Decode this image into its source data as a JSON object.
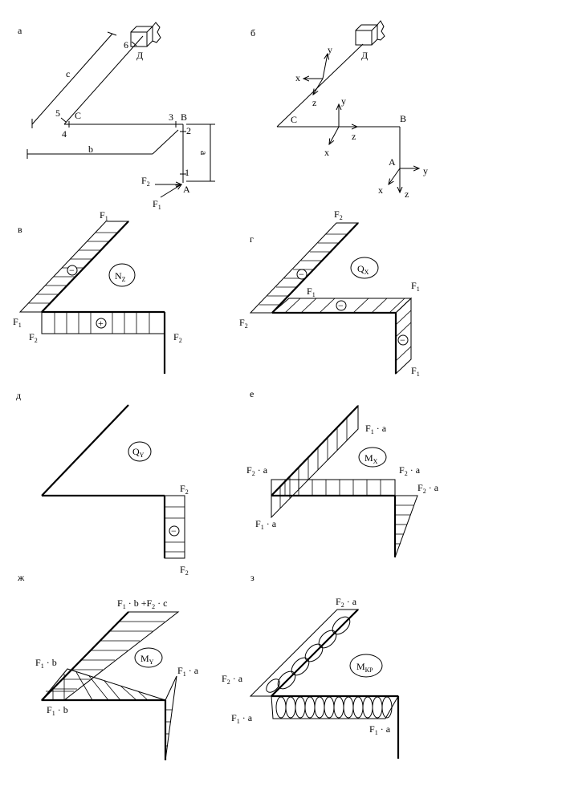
{
  "panels": {
    "a": {
      "label": "а",
      "points": {
        "D": "Д",
        "C": "C",
        "B": "B",
        "A": "A"
      },
      "nums": [
        "1",
        "2",
        "3",
        "4",
        "5",
        "6"
      ],
      "dims": {
        "c": "c",
        "b": "b",
        "a": "a"
      },
      "forces": {
        "f1": "F",
        "f1_sub": "1",
        "f2": "F",
        "f2_sub": "2"
      }
    },
    "b": {
      "label": "б",
      "points": {
        "D": "Д",
        "C": "C",
        "B": "B",
        "A": "A"
      },
      "axes": {
        "x": "x",
        "y": "y",
        "z": "z"
      }
    },
    "v": {
      "label": "в",
      "diagram": "N",
      "diagram_sub": "Z",
      "labels": {
        "F1": "F",
        "F1_sub": "1",
        "F2": "F",
        "F2_sub": "2"
      },
      "signs": {
        "minus": "−",
        "plus": "+"
      }
    },
    "g": {
      "label": "г",
      "diagram": "Q",
      "diagram_sub": "X",
      "labels": {
        "F1": "F",
        "F1_sub": "1",
        "F2": "F",
        "F2_sub": "2"
      },
      "signs": {
        "minus": "−"
      }
    },
    "d": {
      "label": "д",
      "diagram": "Q",
      "diagram_sub": "Y",
      "labels": {
        "F2": "F",
        "F2_sub": "2"
      },
      "signs": {
        "minus": "−"
      }
    },
    "e": {
      "label": "е",
      "diagram": "M",
      "diagram_sub": "X",
      "labels": {
        "F1a": "F",
        "F1a_sub": "1",
        "F2a": "F",
        "F2a_sub": "2",
        "mult": "·",
        "a": "a"
      }
    },
    "zh": {
      "label": "ж",
      "diagram": "M",
      "diagram_sub": "Y",
      "labels": {
        "F": "F",
        "s1": "1",
        "s2": "2",
        "mult": "·",
        "a": "a",
        "b": "b",
        "c": "c",
        "plus": "+"
      }
    },
    "z": {
      "label": "з",
      "diagram": "M",
      "diagram_sub": "КР",
      "labels": {
        "F": "F",
        "s1": "1",
        "s2": "2",
        "mult": "·",
        "a": "a"
      }
    }
  }
}
